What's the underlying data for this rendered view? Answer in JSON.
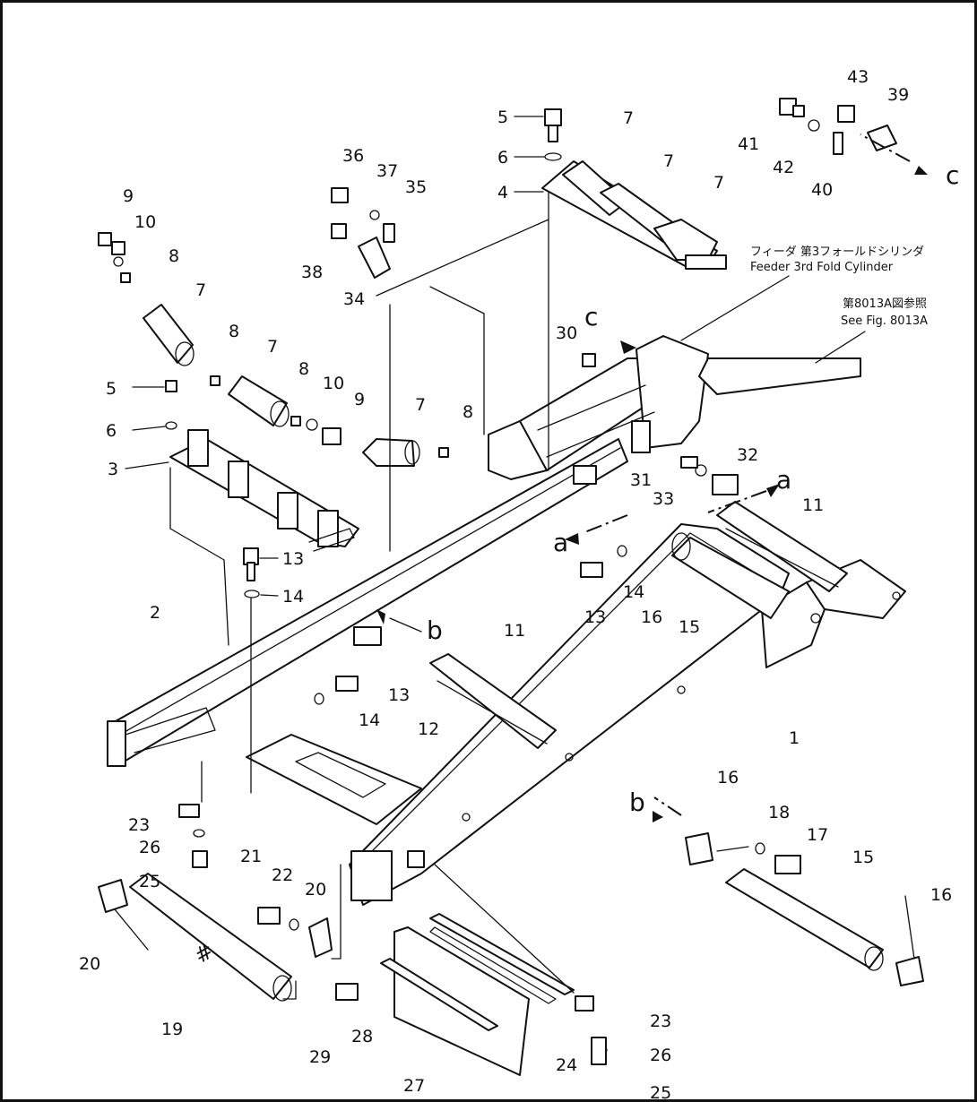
{
  "diagram": {
    "part_numbers": [
      "1",
      "2",
      "3",
      "4",
      "5",
      "6",
      "7",
      "8",
      "9",
      "10",
      "11",
      "12",
      "13",
      "14",
      "15",
      "16",
      "17",
      "18",
      "19",
      "20",
      "21",
      "22",
      "23",
      "24",
      "25",
      "26",
      "27",
      "28",
      "29",
      "30",
      "31",
      "32",
      "33",
      "34",
      "35",
      "36",
      "37",
      "38",
      "39",
      "40",
      "41",
      "42",
      "43"
    ],
    "reference_letters": [
      "a",
      "b",
      "c"
    ],
    "feeder_note": {
      "jp": "フィーダ 第3フォールドシリンダ",
      "en": "Feeder 3rd Fold Cylinder"
    },
    "see_fig_note": {
      "jp": "第8013A図参照",
      "en": "See Fig. 8013A"
    },
    "roller_mark": "#"
  }
}
